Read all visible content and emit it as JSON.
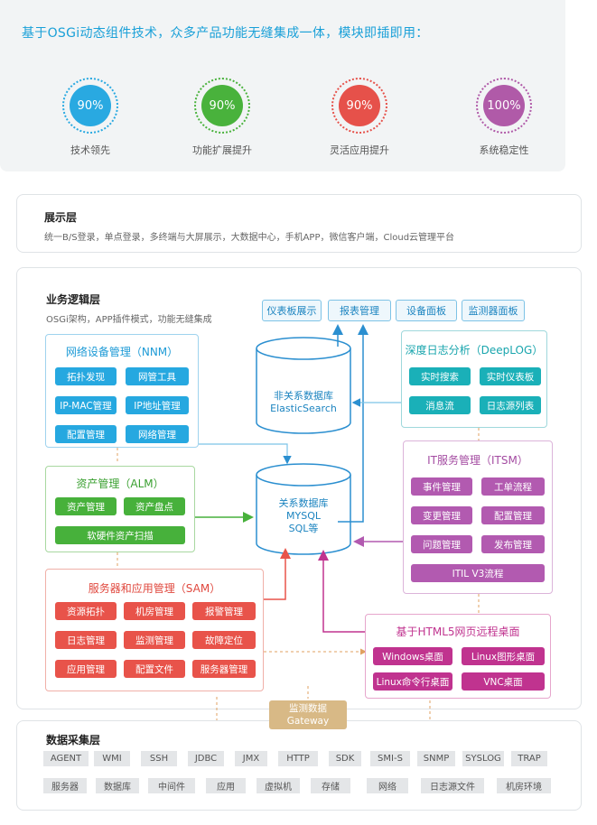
{
  "header": {
    "title": "基于OSGi动态组件技术，众多产品功能无缝集成一体，模块即插即用："
  },
  "stats": [
    {
      "value": "90%",
      "label": "技术领先",
      "color": "#29a9e1"
    },
    {
      "value": "90%",
      "label": "功能扩展提升",
      "color": "#49b23c"
    },
    {
      "value": "90%",
      "label": "灵活应用提升",
      "color": "#e6514a"
    },
    {
      "value": "100%",
      "label": "系统稳定性",
      "color": "#b05aa8"
    }
  ],
  "presentation": {
    "title": "展示层",
    "desc": "统一B/S登录，单点登录，多终端与大屏展示，大数据中心，手机APP，微信客户端，Cloud云管理平台"
  },
  "business": {
    "title": "业务逻辑层",
    "desc": "OSGi架构，APP插件模式，功能无缝集成",
    "display_tags": [
      "仪表板展示",
      "报表管理",
      "设备面板",
      "监测器面板"
    ]
  },
  "nnm": {
    "title": "网络设备管理（NNM）",
    "items": [
      "拓扑发现",
      "网管工具",
      "IP-MAC管理",
      "IP地址管理",
      "配置管理",
      "网络管理"
    ]
  },
  "alm": {
    "title": "资产管理（ALM）",
    "items": [
      "资产管理",
      "资产盘点",
      "软硬件资产扫描"
    ]
  },
  "sam": {
    "title": "服务器和应用管理（SAM）",
    "items": [
      "资源拓扑",
      "机房管理",
      "报警管理",
      "日志管理",
      "监测管理",
      "故障定位",
      "应用管理",
      "配置文件",
      "服务器管理"
    ]
  },
  "deeplog": {
    "title": "深度日志分析（DeepLOG）",
    "items": [
      "实时搜索",
      "实时仪表板",
      "消息流",
      "日志源列表"
    ]
  },
  "itsm": {
    "title": "IT服务管理（ITSM）",
    "items": [
      "事件管理",
      "工单流程",
      "变更管理",
      "配置管理",
      "问题管理",
      "发布管理",
      "ITIL V3流程"
    ]
  },
  "html5": {
    "title": "基于HTML5网页远程桌面",
    "items": [
      "Windows桌面",
      "Linux图形桌面",
      "Linux命令行桌面",
      "VNC桌面"
    ]
  },
  "databases": {
    "nosql_line1": "非关系数据库",
    "nosql_line2": "ElasticSearch",
    "sql_line1": "关系数据库",
    "sql_line2": "MYSQL",
    "sql_line3": "SQL等"
  },
  "gateway": {
    "line1": "监测数据",
    "line2": "Gateway"
  },
  "collection": {
    "title": "数据采集层",
    "protocols": [
      "AGENT",
      "WMI",
      "SSH",
      "JDBC",
      "JMX",
      "HTTP",
      "SDK",
      "SMI-S",
      "SNMP",
      "SYSLOG",
      "TRAP"
    ],
    "targets": [
      "服务器",
      "数据库",
      "中间件",
      "应用",
      "虚拟机",
      "存储",
      "网络",
      "日志源文件",
      "机房环境"
    ]
  },
  "colors": {
    "blue": "#26a8e0",
    "green": "#47b13b",
    "red": "#e8534a",
    "teal": "#1ab0b8",
    "purple": "#b25ab0",
    "magenta": "#c0338f",
    "gateway": "#d8b986"
  }
}
